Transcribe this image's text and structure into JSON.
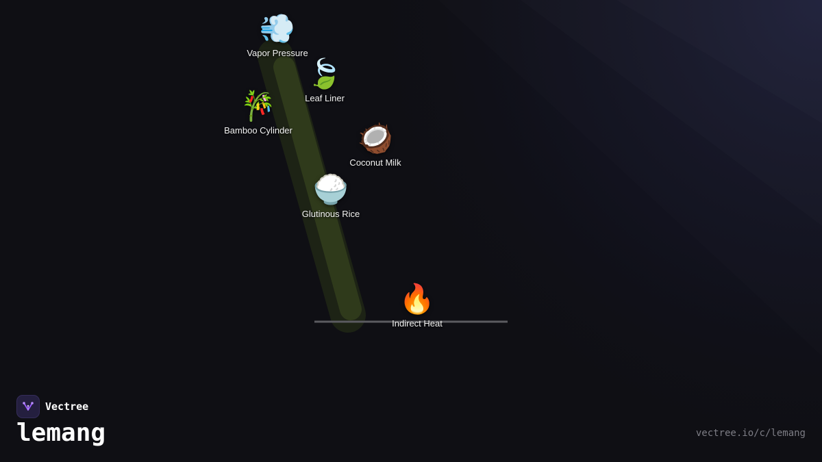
{
  "brand": {
    "name": "Vectree",
    "logo_icon": "vectree-logo-icon"
  },
  "page": {
    "title": "lemang",
    "url": "vectree.io/c/lemang"
  },
  "colors": {
    "background": "#0f0f14",
    "stem": "#2a3418",
    "stem_core": "#313d1c",
    "ground": "#5b5b60",
    "label": "#f2f2f2",
    "accent": "#9b5cff"
  },
  "diagram": {
    "nodes": [
      {
        "id": "vapor-pressure",
        "label": "Vapor Pressure",
        "icon": "dash-wind-icon",
        "emoji": "💨"
      },
      {
        "id": "leaf-liner",
        "label": "Leaf Liner",
        "icon": "leaf-icon",
        "emoji": "🍃"
      },
      {
        "id": "bamboo-cylinder",
        "label": "Bamboo Cylinder",
        "icon": "bamboo-icon",
        "emoji": "🎋"
      },
      {
        "id": "coconut-milk",
        "label": "Coconut Milk",
        "icon": "coconut-icon",
        "emoji": "🥥"
      },
      {
        "id": "glutinous-rice",
        "label": "Glutinous Rice",
        "icon": "rice-bowl-icon",
        "emoji": "🍚"
      },
      {
        "id": "indirect-heat",
        "label": "Indirect Heat",
        "icon": "fire-icon",
        "emoji": "🔥"
      }
    ]
  }
}
